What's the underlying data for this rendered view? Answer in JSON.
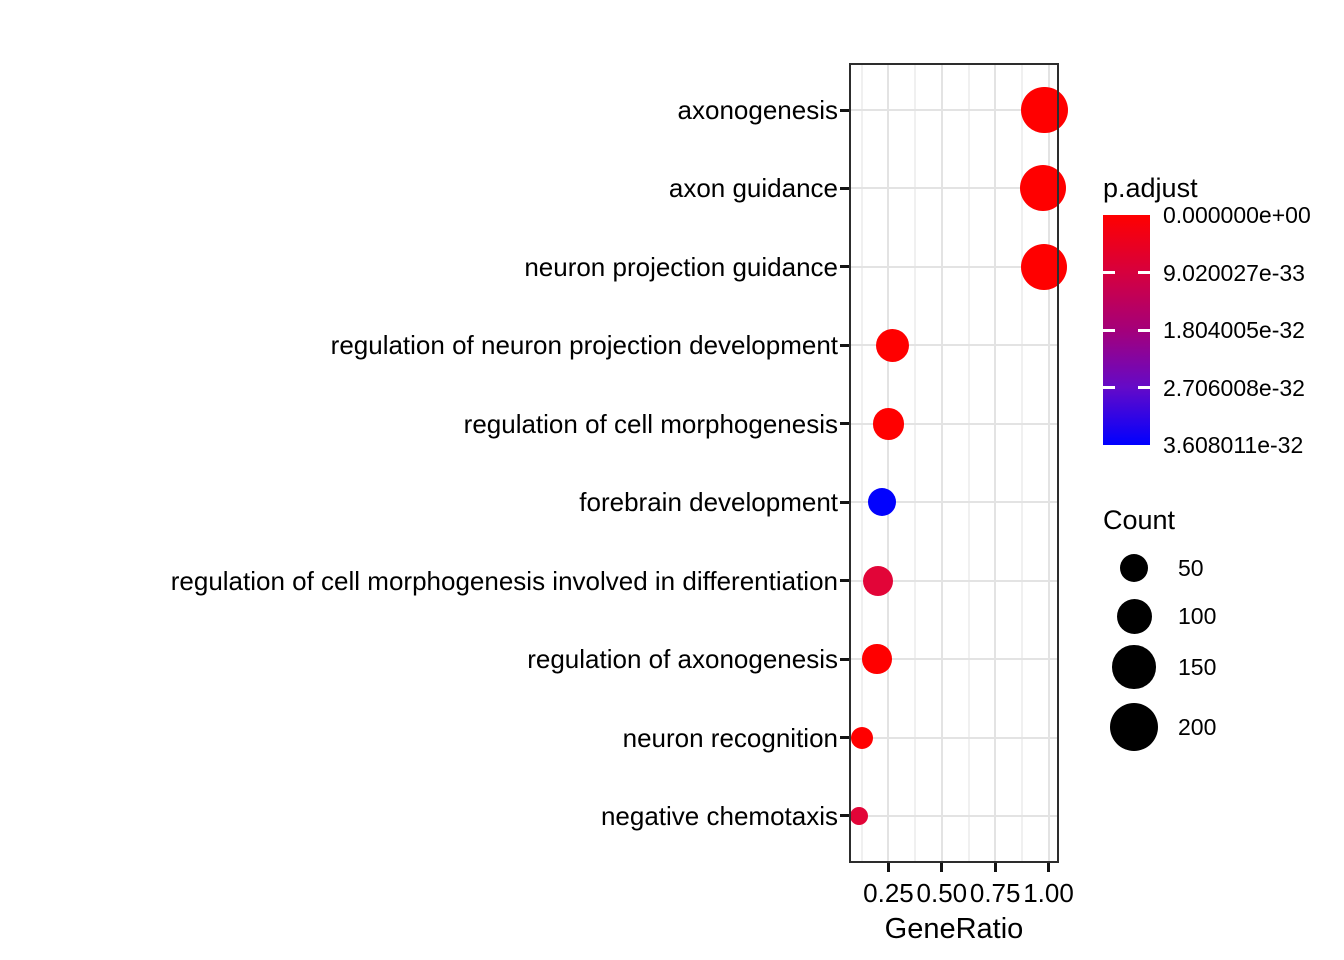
{
  "chart_data": {
    "type": "scatter",
    "subtype": "enrichment-dotplot",
    "xlabel": "GeneRatio",
    "x_tick_labels": [
      "0.25",
      "0.50",
      "0.75",
      "1.00"
    ],
    "x_tick_values": [
      0.25,
      0.5,
      0.75,
      1.0
    ],
    "x_minor_tick_values": [
      0.125,
      0.375,
      0.625,
      0.875
    ],
    "xlim": [
      0.065,
      1.049
    ],
    "grid": true,
    "legend_position": "right",
    "categories": [
      "axonogenesis",
      "axon guidance",
      "neuron projection guidance",
      "regulation of neuron projection development",
      "regulation of cell morphogenesis",
      "forebrain development",
      "regulation of cell morphogenesis involved in differentiation",
      "regulation of axonogenesis",
      "neuron recognition",
      "negative chemotaxis"
    ],
    "points": [
      {
        "category": "axonogenesis",
        "gene_ratio": 0.98,
        "count": 185,
        "p_adjust": 0,
        "color": "#ff0000",
        "radius_px": 23.3
      },
      {
        "category": "axon guidance",
        "gene_ratio": 0.975,
        "count": 180,
        "p_adjust": 0,
        "color": "#ff0000",
        "radius_px": 23
      },
      {
        "category": "neuron projection guidance",
        "gene_ratio": 0.98,
        "count": 180,
        "p_adjust": 0,
        "color": "#ff0000",
        "radius_px": 23
      },
      {
        "category": "regulation of neuron projection development",
        "gene_ratio": 0.27,
        "count": 88,
        "p_adjust": 0,
        "color": "#ff0000",
        "radius_px": 16.7
      },
      {
        "category": "regulation of cell morphogenesis",
        "gene_ratio": 0.25,
        "count": 75,
        "p_adjust": 0,
        "color": "#ff0000",
        "radius_px": 15.8
      },
      {
        "category": "forebrain development",
        "gene_ratio": 0.22,
        "count": 48,
        "p_adjust": 3.608011e-32,
        "color": "#0202fd",
        "radius_px": 14
      },
      {
        "category": "regulation of cell morphogenesis involved in differentiation",
        "gene_ratio": 0.2,
        "count": 62,
        "p_adjust": 4e-33,
        "color": "#e20538",
        "radius_px": 15
      },
      {
        "category": "regulation of axonogenesis",
        "gene_ratio": 0.196,
        "count": 58,
        "p_adjust": 0,
        "color": "#ff0000",
        "radius_px": 14.7
      },
      {
        "category": "neuron recognition",
        "gene_ratio": 0.125,
        "count": 25,
        "p_adjust": 0,
        "color": "#ff0000",
        "radius_px": 11
      },
      {
        "category": "negative chemotaxis",
        "gene_ratio": 0.112,
        "count": 15,
        "p_adjust": 4e-33,
        "color": "#e20538",
        "radius_px": 9.3
      }
    ],
    "legend_padjust": {
      "title": "p.adjust",
      "tick_labels": [
        "0.000000e+00",
        "9.020027e-33",
        "1.804005e-32",
        "2.706008e-32",
        "3.608011e-32"
      ],
      "gradient_stops": [
        "#ff0000",
        "#d6003e",
        "#a4007a",
        "#640ac8",
        "#0000ff"
      ]
    },
    "legend_count": {
      "title": "Count",
      "color": "#000000",
      "entries": [
        {
          "label": "50",
          "radius_px": 14.2
        },
        {
          "label": "100",
          "radius_px": 17.5
        },
        {
          "label": "150",
          "radius_px": 21.7
        },
        {
          "label": "200",
          "radius_px": 24
        }
      ]
    }
  }
}
